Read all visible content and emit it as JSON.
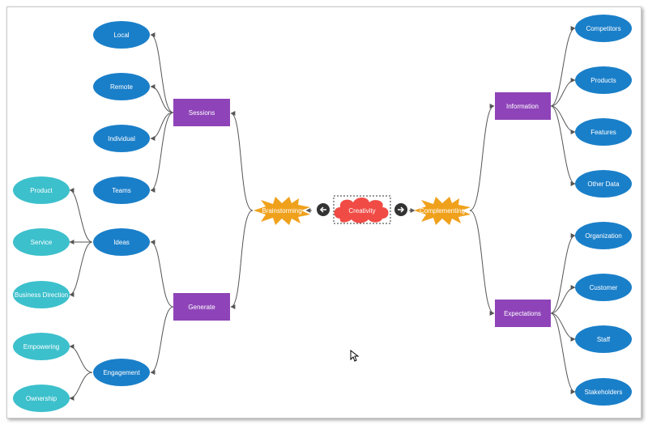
{
  "diagram": {
    "center": "Creativity",
    "branches": {
      "left": "Brainstorming",
      "right": "Complementing"
    },
    "left_groups": {
      "sessions": {
        "label": "Sessions",
        "children": [
          "Local",
          "Remote",
          "Individual",
          "Teams"
        ]
      },
      "generate": {
        "label": "Generate",
        "children": [
          "Ideas",
          "Engagement"
        ]
      },
      "ideas_children": [
        "Product",
        "Service",
        "Business Direction"
      ],
      "engagement_children": [
        "Empowering",
        "Ownership"
      ]
    },
    "right_groups": {
      "information": {
        "label": "Information",
        "children": [
          "Competitors",
          "Products",
          "Features",
          "Other Data"
        ]
      },
      "expectations": {
        "label": "Expectations",
        "children": [
          "Organization",
          "Customer",
          "Staff",
          "Stakeholders"
        ]
      }
    }
  },
  "colors": {
    "topic_blue": "#1a7fc9",
    "leaf_teal": "#3cc0cc",
    "rect_purple": "#8e44b8",
    "star_orange": "#f0a11c",
    "cloud_red": "#f04b45",
    "connector": "#555555"
  },
  "icons": {
    "collapse_left": "arrow-left-icon",
    "collapse_right": "arrow-right-icon",
    "cursor": "mouse-pointer-icon"
  }
}
